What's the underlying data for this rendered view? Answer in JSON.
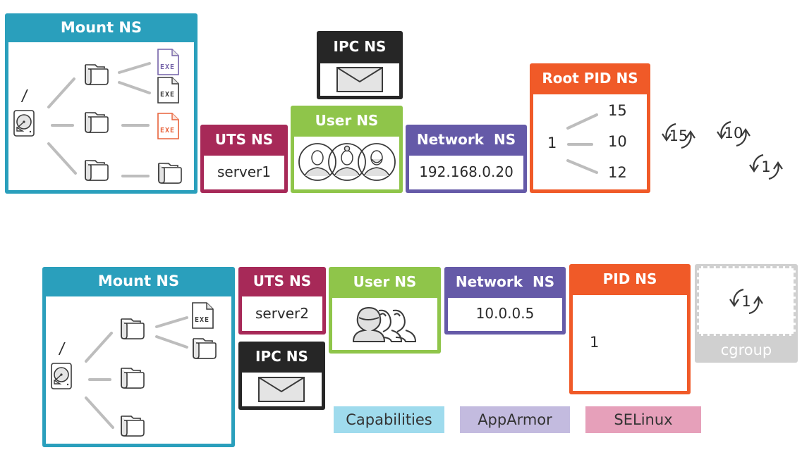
{
  "colors": {
    "mount": "#2a9fbc",
    "uts": "#a72958",
    "user": "#8fc54a",
    "ipc": "#262626",
    "network": "#655aa8",
    "pid": "#f05a28",
    "cgroup": "#d0d0d0",
    "capabilities": "#9fdbed",
    "apparmor": "#c3bbdf",
    "selinux": "#e6a0ba",
    "line": "#bdbdbd",
    "icon": "#3a3a3a"
  },
  "host": {
    "mount": {
      "title": "Mount NS",
      "root_label": "/",
      "exe_label": "EXE",
      "icons": [
        "hard-drive-icon",
        "folder-icon",
        "exe-file-icon"
      ]
    },
    "ipc": {
      "title": "IPC NS",
      "icon": "envelope-icon"
    },
    "uts": {
      "title": "UTS NS",
      "value": "server1"
    },
    "user": {
      "title": "User NS",
      "icon": "users-circle-icon"
    },
    "network": {
      "title": "Network  NS",
      "value": "192.168.0.20"
    },
    "pid": {
      "title": "Root PID NS",
      "root": "1",
      "children": [
        "15",
        "10",
        "12"
      ]
    },
    "processes": [
      "15",
      "10",
      "1"
    ]
  },
  "container": {
    "mount": {
      "title": "Mount NS",
      "root_label": "/",
      "exe_label": "EXE"
    },
    "uts": {
      "title": "UTS NS",
      "value": "server2"
    },
    "user": {
      "title": "User NS",
      "icon": "users-group-icon"
    },
    "ipc": {
      "title": "IPC NS",
      "icon": "envelope-icon"
    },
    "network": {
      "title": "Network  NS",
      "value": "10.0.0.5"
    },
    "pid": {
      "title": "PID NS",
      "root": "1"
    },
    "cgroup": {
      "title": "cgroup",
      "process": "1"
    },
    "security": [
      "Capabilities",
      "AppArmor",
      "SELinux"
    ]
  }
}
